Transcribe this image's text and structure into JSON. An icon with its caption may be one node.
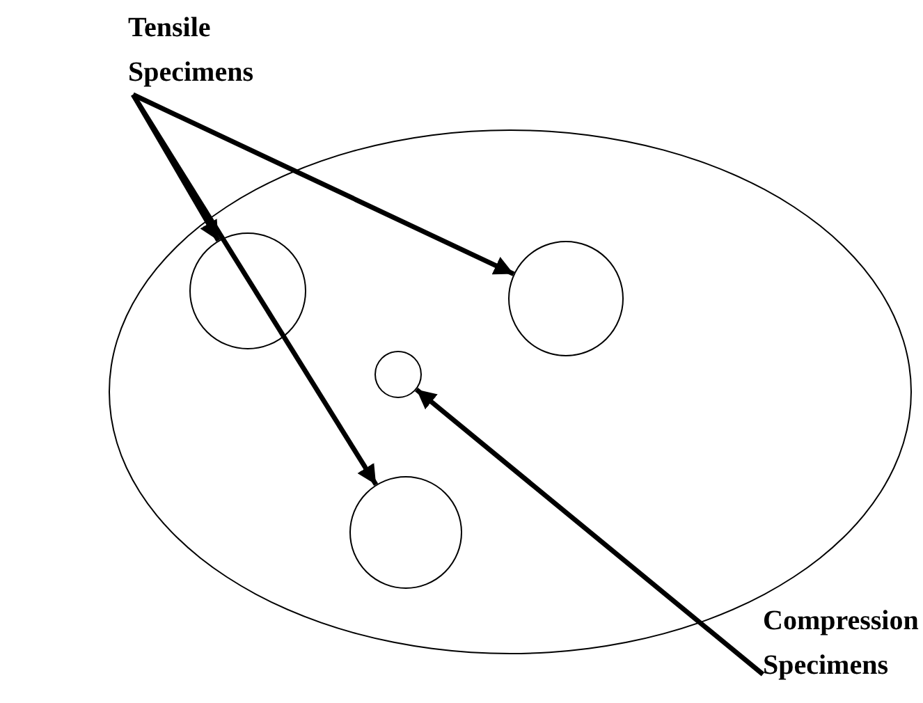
{
  "diagram": {
    "nodes": [
      {
        "text": [
          "Tensile Specimens"
        ]
      },
      {
        "text": [],
        "shape": "circle"
      },
      {
        "text": [],
        "shape": "circle",
        "in": 1
      },
      {
        "text": [],
        "shape": "circle",
        "in": 1
      },
      {
        "text": [],
        "shape": "circle",
        "in": 1
      },
      {
        "text": [],
        "shape": "circle",
        "in": 1
      },
      {
        "text": [
          "Compression Specimens"
        ]
      }
    ],
    "edges": [
      {
        "from": 0,
        "to": 2,
        "arrow": "to"
      },
      {
        "from": 0,
        "to": 3,
        "arrow": "to"
      },
      {
        "from": 0,
        "to": 5,
        "arrow": "to"
      },
      {
        "from": 6,
        "to": 4,
        "arrow": "to"
      }
    ]
  }
}
